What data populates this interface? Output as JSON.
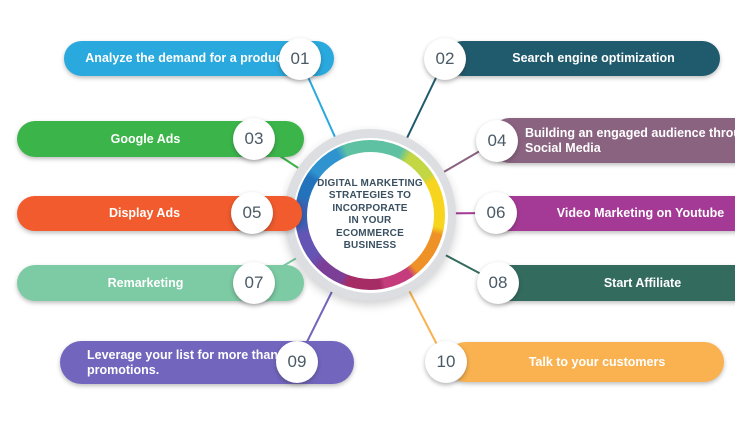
{
  "palette": {
    "number_text": "#4A5A66",
    "title_text": "#3A5060",
    "hub_base_ring": "#DDDEE1"
  },
  "hub": {
    "title_lines": [
      "DIGITAL MARKETING",
      "STRATEGIES TO",
      "INCORPORATE",
      "IN YOUR",
      "ECOMMERCE",
      "BUSINESS"
    ],
    "ring_segments": [
      {
        "color": "#5EC2A2",
        "from": 0,
        "to": 26
      },
      {
        "color": "#C3D644",
        "from": 34,
        "to": 56
      },
      {
        "color": "#F7D51E",
        "from": 62,
        "to": 100
      },
      {
        "color": "#EE9126",
        "from": 106,
        "to": 140
      },
      {
        "color": "#C43C7C",
        "from": 146,
        "to": 168
      },
      {
        "color": "#A62C66",
        "from": 172,
        "to": 198
      },
      {
        "color": "#7C3F98",
        "from": 204,
        "to": 224
      },
      {
        "color": "#6455B5",
        "from": 234,
        "to": 254
      },
      {
        "color": "#3C5FB2",
        "from": 262,
        "to": 278
      },
      {
        "color": "#2373BC",
        "from": 286,
        "to": 302
      },
      {
        "color": "#2E93CF",
        "from": 308,
        "to": 332
      },
      {
        "color": "#5EC2A2",
        "from": 340,
        "to": 360
      }
    ]
  },
  "items": [
    {
      "number": "01",
      "label": "Analyze the demand for a product",
      "color": "#29A9DE"
    },
    {
      "number": "02",
      "label": "Search engine optimization",
      "color": "#205A6D"
    },
    {
      "number": "03",
      "label": "Google Ads",
      "color": "#3BB54A"
    },
    {
      "number": "04",
      "label": "Building an engaged audience through Social Media",
      "color": "#8A6380"
    },
    {
      "number": "05",
      "label": "Display Ads",
      "color": "#F15B2D"
    },
    {
      "number": "06",
      "label": "Video Marketing on Youtube",
      "color": "#A53A96"
    },
    {
      "number": "07",
      "label": "Remarketing",
      "color": "#7CCBA4"
    },
    {
      "number": "08",
      "label": "Start Affiliate",
      "color": "#336B5F"
    },
    {
      "number": "09",
      "label": "Leverage your list for more than promotions.",
      "color": "#7165BE"
    },
    {
      "number": "10",
      "label": "Talk to your customers",
      "color": "#F9B24F"
    }
  ]
}
